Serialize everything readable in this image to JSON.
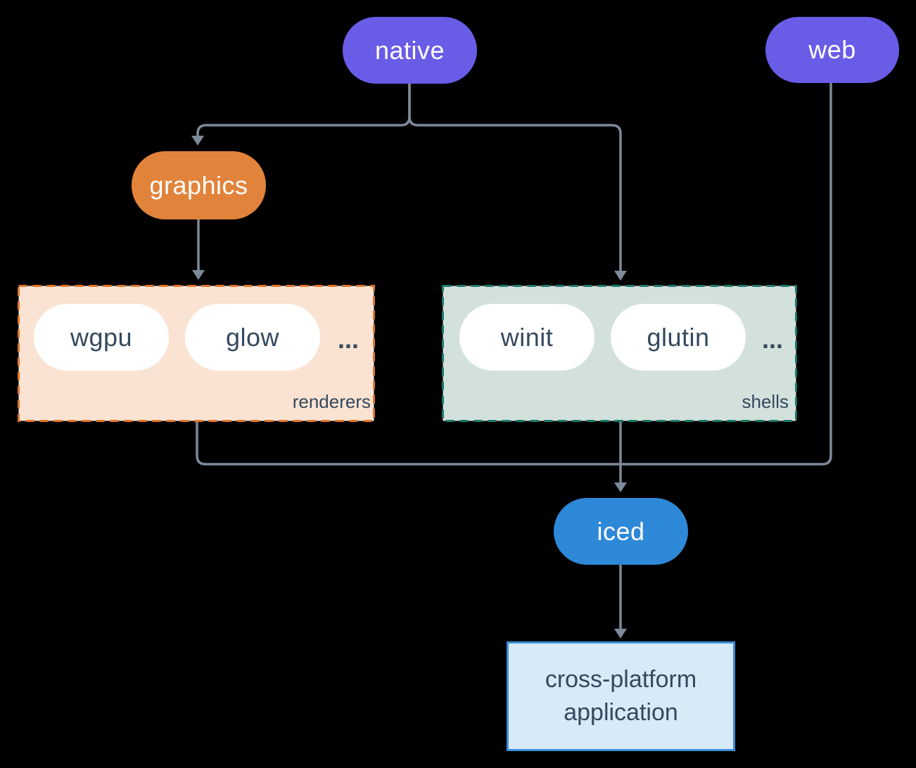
{
  "diagram": {
    "nodes": {
      "native": "native",
      "web": "web",
      "graphics": "graphics",
      "iced": "iced",
      "application_line1": "cross-platform",
      "application_line2": "application"
    },
    "renderers": {
      "label": "renderers",
      "pills": [
        "wgpu",
        "glow"
      ],
      "ellipsis": "..."
    },
    "shells": {
      "label": "shells",
      "pills": [
        "winit",
        "glutin"
      ],
      "ellipsis": "..."
    },
    "colors": {
      "node_purple": "#695ce7",
      "node_orange": "#e2833b",
      "node_blue": "#2e88d8",
      "renderers_bg": "#fae3d2",
      "renderers_border": "#e0762b",
      "shells_bg": "#d2e1db",
      "shells_border": "#1e7a6d",
      "app_bg": "#d8e9f8",
      "app_border": "#3a8fd9",
      "text_dark": "#34495e",
      "connector": "#7d8a9a",
      "pill_text_light": "#ffffff"
    }
  }
}
